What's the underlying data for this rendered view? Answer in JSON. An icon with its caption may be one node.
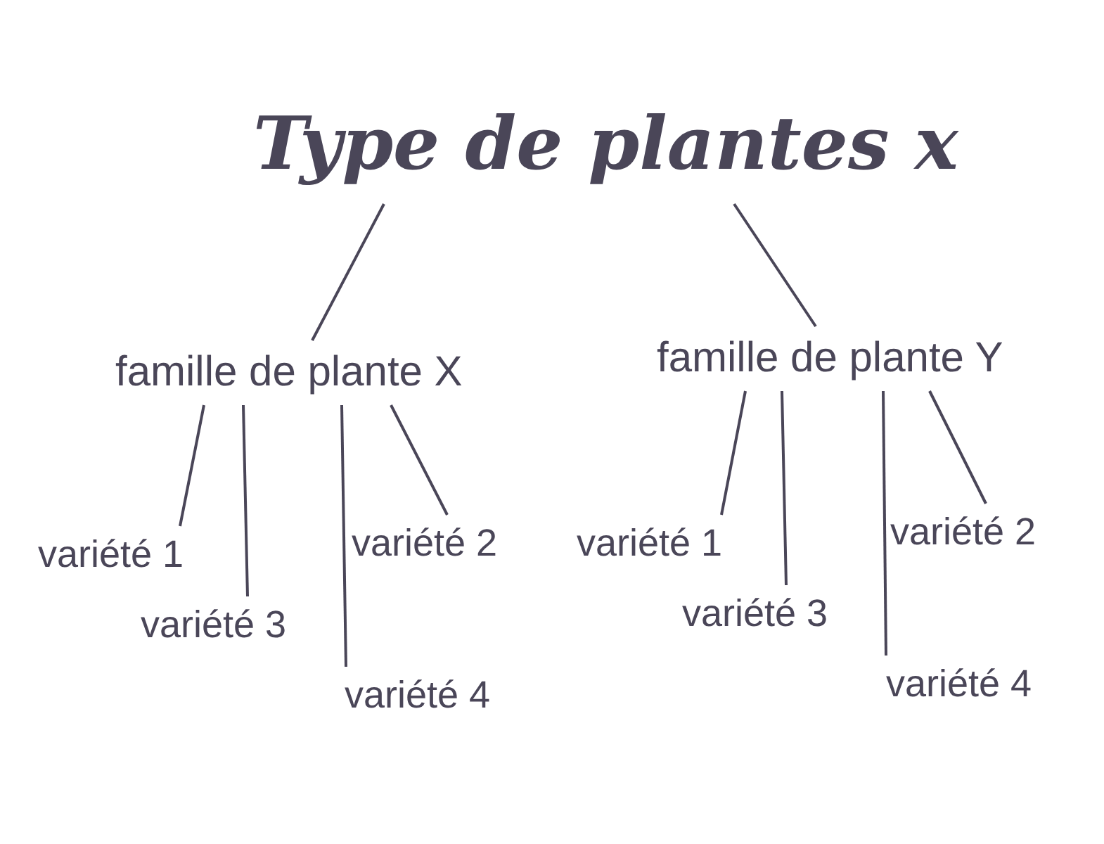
{
  "diagram": {
    "nodes": [
      {
        "text": [
          "Type de plantes x"
        ]
      },
      {
        "text": [
          "famille de plante X"
        ]
      },
      {
        "text": [
          "famille de plante Y"
        ]
      },
      {
        "text": [
          "variété 1"
        ]
      },
      {
        "text": [
          "variété 3"
        ]
      },
      {
        "text": [
          "variété 2"
        ]
      },
      {
        "text": [
          "variété 4"
        ]
      },
      {
        "text": [
          "variété 1"
        ]
      },
      {
        "text": [
          "variété 3"
        ]
      },
      {
        "text": [
          "variété 2"
        ]
      },
      {
        "text": [
          "variété 4"
        ]
      }
    ],
    "edges": [
      {
        "from": 0,
        "to": 1,
        "arrow": "none"
      },
      {
        "from": 0,
        "to": 2,
        "arrow": "none"
      },
      {
        "from": 1,
        "to": 3,
        "arrow": "none"
      },
      {
        "from": 1,
        "to": 4,
        "arrow": "none"
      },
      {
        "from": 1,
        "to": 5,
        "arrow": "none"
      },
      {
        "from": 1,
        "to": 6,
        "arrow": "none"
      },
      {
        "from": 2,
        "to": 7,
        "arrow": "none"
      },
      {
        "from": 2,
        "to": 8,
        "arrow": "none"
      },
      {
        "from": 2,
        "to": 9,
        "arrow": "none"
      },
      {
        "from": 2,
        "to": 10,
        "arrow": "none"
      }
    ]
  }
}
